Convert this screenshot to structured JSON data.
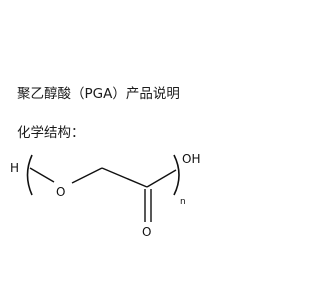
{
  "document": {
    "title": "聚乙醇酸（PGA）产品说明",
    "section_heading": "化学结构："
  },
  "structure": {
    "atoms": {
      "h_end": "H",
      "ether_o": "O",
      "carbonyl_o": "O",
      "oh_end": "OH",
      "repeat_index": "n"
    }
  }
}
